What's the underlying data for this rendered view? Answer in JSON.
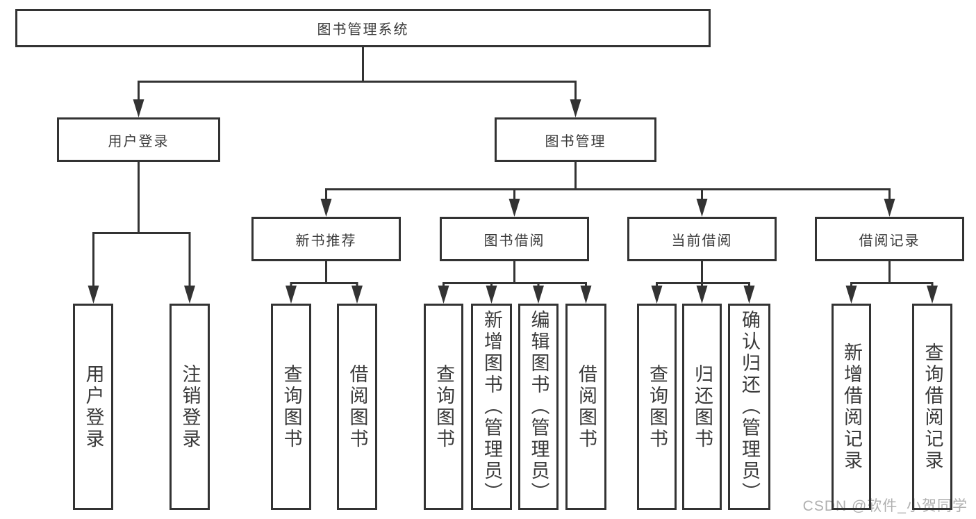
{
  "diagram_type": "functional-structure-tree",
  "tree": {
    "label": "图书管理系统",
    "children": [
      {
        "label": "用户登录",
        "children": [
          {
            "label": "用户登录"
          },
          {
            "label": "注销登录"
          }
        ]
      },
      {
        "label": "图书管理",
        "children": [
          {
            "label": "新书推荐",
            "children": [
              {
                "label": "查询图书"
              },
              {
                "label": "借阅图书"
              }
            ]
          },
          {
            "label": "图书借阅",
            "children": [
              {
                "label": "查询图书"
              },
              {
                "label": "新增图书（管理员）"
              },
              {
                "label": "编辑图书（管理员）"
              },
              {
                "label": "借阅图书"
              }
            ]
          },
          {
            "label": "当前借阅",
            "children": [
              {
                "label": "查询图书"
              },
              {
                "label": "归还图书"
              },
              {
                "label": "确认归还（管理员）"
              }
            ]
          },
          {
            "label": "借阅记录",
            "children": [
              {
                "label": "新增借阅记录"
              },
              {
                "label": "查询借阅记录"
              }
            ]
          }
        ]
      }
    ]
  },
  "watermark": "CSDN @软件_小贺同学",
  "colors": {
    "line": "#333333",
    "box_border": "#333333",
    "box_fill": "#ffffff",
    "text": "#3a3a3a",
    "watermark": "#b0b0b0",
    "background": "#ffffff"
  }
}
